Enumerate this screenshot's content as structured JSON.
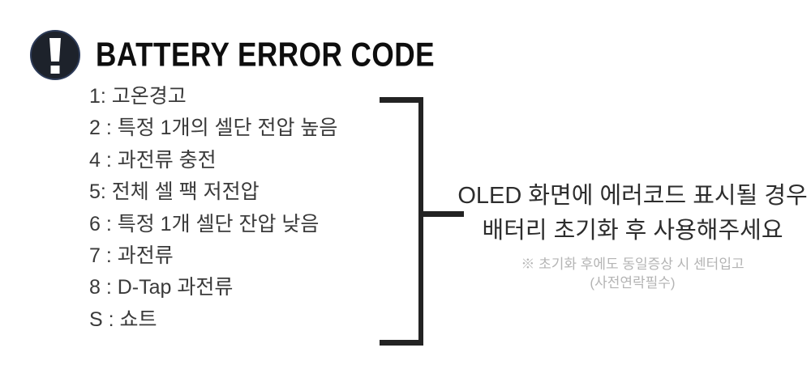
{
  "header": {
    "icon": "exclamation-circle-icon",
    "title": "BATTERY ERROR CODE"
  },
  "error_list": {
    "items": [
      "1: 고온경고",
      "2 : 특정 1개의 셀단 전압 높음",
      "4 : 과전류 충전",
      "5: 전체 셀 팩 저전압",
      "6 : 특정 1개 셀단 잔압 낮음",
      "7 : 과전류",
      "8 : D-Tap 과전류",
      "S : 쇼트"
    ]
  },
  "notice": {
    "line1": "OLED 화면에 에러코드 표시될 경우",
    "line2": "배터리 초기화 후 사용해주세요",
    "sub_line1": "※ 초기화 후에도 동일증상 시 센터입고",
    "sub_line2": "(사전연락필수)"
  },
  "colors": {
    "background": "#ffffff",
    "title_text": "#0e0e0e",
    "list_text": "#3a3a3a",
    "bracket": "#232323",
    "notice_text": "#2d2d2d",
    "notice_sub_text": "#b4b4b4",
    "icon_bg": "#1d222b",
    "icon_ring": "#2d3b58",
    "icon_glyph": "#ffffff"
  }
}
